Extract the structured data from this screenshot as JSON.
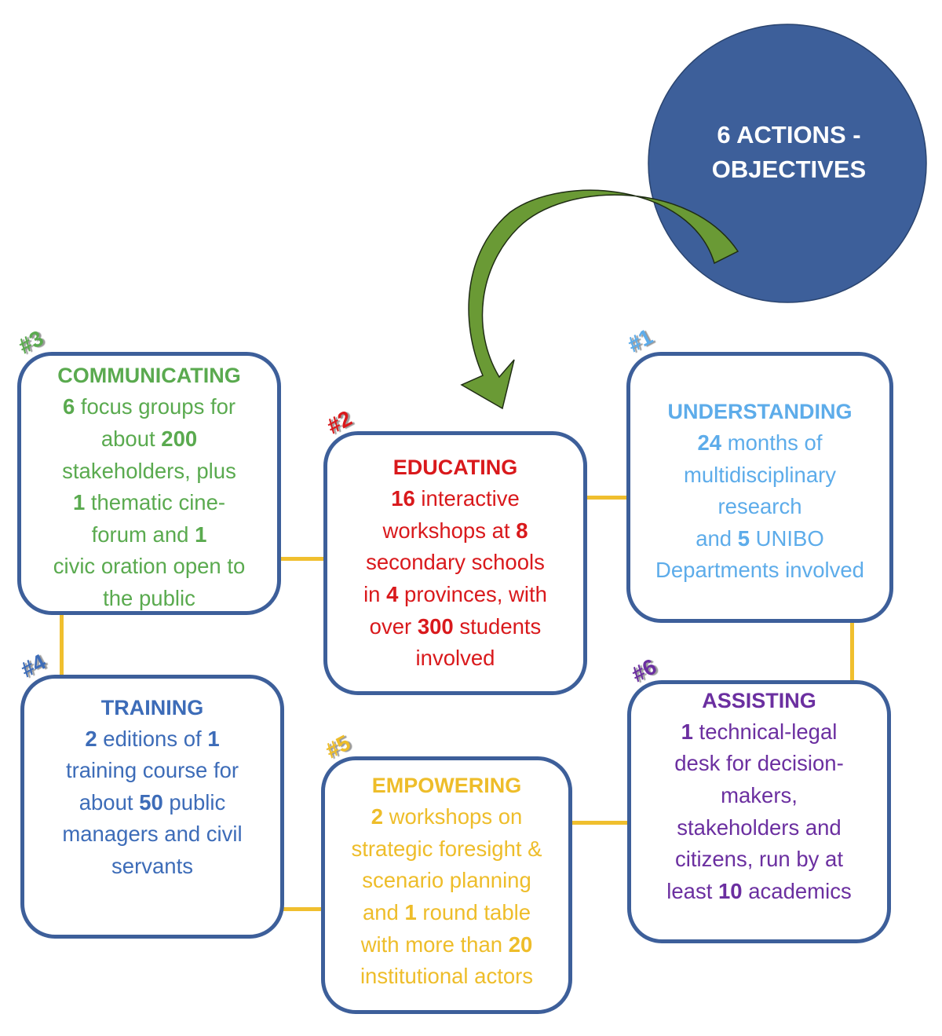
{
  "hub": {
    "line1": "6 ACTIONS -",
    "line2": "OBJECTIVES",
    "color": "#3d5f9a"
  },
  "arrow": {
    "color": "#6a9a35",
    "icon": "curved-arrow-icon"
  },
  "connector_color": "#f0bf2e",
  "border_color": "#3d5f9a",
  "actions": [
    {
      "badge": "#1",
      "title": "UNDERSTANDING",
      "color": "#5dacea",
      "body": [
        [
          {
            "b": "24"
          },
          {
            "t": " months of"
          }
        ],
        [
          {
            "t": "multidisciplinary"
          }
        ],
        [
          {
            "t": "research"
          }
        ],
        [
          {
            "t": "and "
          },
          {
            "b": "5"
          },
          {
            "t": " UNIBO"
          }
        ],
        [
          {
            "t": "Departments involved"
          }
        ]
      ]
    },
    {
      "badge": "#2",
      "title": "EDUCATING",
      "color": "#d9191c",
      "body": [
        [
          {
            "b": "16"
          },
          {
            "t": " interactive"
          }
        ],
        [
          {
            "t": "workshops at "
          },
          {
            "b": "8"
          }
        ],
        [
          {
            "t": "secondary schools"
          }
        ],
        [
          {
            "t": "in "
          },
          {
            "b": "4"
          },
          {
            "t": " provinces, with"
          }
        ],
        [
          {
            "t": "over "
          },
          {
            "b": "300"
          },
          {
            "t": " students"
          }
        ],
        [
          {
            "t": "involved"
          }
        ]
      ]
    },
    {
      "badge": "#3",
      "title": "COMMUNICATING",
      "color": "#5aaa4f",
      "body": [
        [
          {
            "b": "6"
          },
          {
            "t": " focus groups for"
          }
        ],
        [
          {
            "t": "about "
          },
          {
            "b": "200"
          }
        ],
        [
          {
            "t": "stakeholders, plus"
          }
        ],
        [
          {
            "b": "1"
          },
          {
            "t": " thematic cine-"
          }
        ],
        [
          {
            "t": "forum and "
          },
          {
            "b": "1"
          }
        ],
        [
          {
            "t": "civic oration open to"
          }
        ],
        [
          {
            "t": "the public"
          }
        ]
      ]
    },
    {
      "badge": "#4",
      "title": "TRAINING",
      "color": "#3d6cb8",
      "body": [
        [
          {
            "b": "2"
          },
          {
            "t": " editions of "
          },
          {
            "b": "1"
          }
        ],
        [
          {
            "t": "training course for"
          }
        ],
        [
          {
            "t": "about "
          },
          {
            "b": "50"
          },
          {
            "t": " public"
          }
        ],
        [
          {
            "t": "managers and civil"
          }
        ],
        [
          {
            "t": "servants"
          }
        ]
      ]
    },
    {
      "badge": "#5",
      "title": "EMPOWERING",
      "color": "#eebd2a",
      "body": [
        [
          {
            "b": "2"
          },
          {
            "t": " workshops on"
          }
        ],
        [
          {
            "t": "strategic foresight &"
          }
        ],
        [
          {
            "t": "scenario planning"
          }
        ],
        [
          {
            "t": "and "
          },
          {
            "b": "1"
          },
          {
            "t": " round table"
          }
        ],
        [
          {
            "t": "with more than "
          },
          {
            "b": "20"
          }
        ],
        [
          {
            "t": "institutional actors"
          }
        ]
      ]
    },
    {
      "badge": "#6",
      "title": "ASSISTING",
      "color": "#6b2fa0",
      "body": [
        [
          {
            "b": "1"
          },
          {
            "t": " technical-legal"
          }
        ],
        [
          {
            "t": "desk for decision-"
          }
        ],
        [
          {
            "t": "makers,"
          }
        ],
        [
          {
            "t": "stakeholders and"
          }
        ],
        [
          {
            "t": "citizens, run by at"
          }
        ],
        [
          {
            "t": "least "
          },
          {
            "b": "10"
          },
          {
            "t": " academics"
          }
        ]
      ]
    }
  ]
}
